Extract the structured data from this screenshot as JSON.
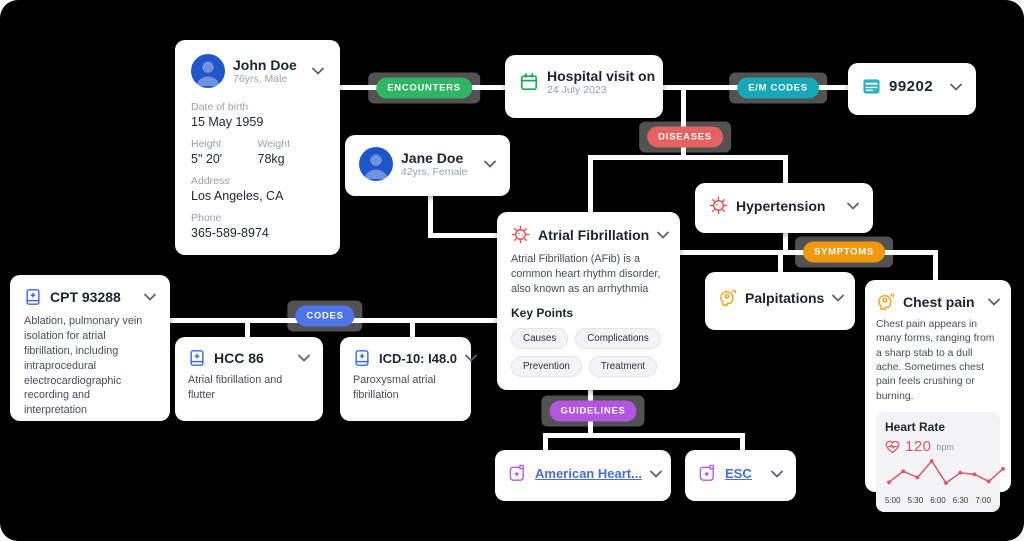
{
  "badges": {
    "encounters": {
      "label": "ENCOUNTERS",
      "color": "#2fb563"
    },
    "em_codes": {
      "label": "E/M CODES",
      "color": "#18a7b8"
    },
    "diseases": {
      "label": "DISEASES",
      "color": "#e66161"
    },
    "symptoms": {
      "label": "SYMPTOMS",
      "color": "#f0980f"
    },
    "codes": {
      "label": "CODES",
      "color": "#4d74e8"
    },
    "guidelines": {
      "label": "GUIDELINES",
      "color": "#b455e0"
    }
  },
  "patients": {
    "john": {
      "name": "John Doe",
      "meta": "76yrs, Male",
      "fields": [
        {
          "label": "Date of birth",
          "value": "15 May 1959"
        },
        {
          "label": "Height",
          "value": "5\" 20'"
        },
        {
          "label": "Weight",
          "value": "78kg"
        },
        {
          "label": "Address",
          "value": "Los Angeles, CA"
        },
        {
          "label": "Phone",
          "value": "365-589-8974"
        }
      ]
    },
    "jane": {
      "name": "Jane Doe",
      "meta": "42yrs, Female"
    }
  },
  "encounter": {
    "title": "Hospital visit on",
    "date": "24 July 2023"
  },
  "em_code": {
    "code": "99202"
  },
  "diseases": {
    "hypertension": {
      "name": "Hypertension"
    },
    "afib": {
      "name": "Atrial Fibrillation",
      "description": "Atrial Fibrillation (AFib) is a common heart rhythm disorder, also known as an arrhythmia",
      "key_points_label": "Key Points",
      "chips": [
        "Causes",
        "Complications",
        "Prevention",
        "Treatment"
      ]
    }
  },
  "symptoms": {
    "palpitations": {
      "name": "Palpitations"
    },
    "chest_pain": {
      "name": "Chest pain",
      "description": "Chest pain appears in many forms, ranging from a sharp stab to a dull ache. Sometimes chest pain feels crushing or burning.",
      "heart_rate": {
        "title": "Heart Rate",
        "value": "120",
        "unit": "bpm",
        "chart": {
          "type": "line",
          "x_labels": [
            "5:00",
            "5:30",
            "6:00",
            "6:30",
            "7:00"
          ],
          "values": [
            104,
            118,
            110,
            131,
            103,
            116,
            114,
            105,
            121
          ],
          "color": "#e05666"
        }
      }
    }
  },
  "codes": {
    "cpt": {
      "code": "CPT 93288",
      "description": "Ablation, pulmonary vein isolation for atrial fibrillation, including intraprocedural electrocardiographic recording and interpretation"
    },
    "hcc": {
      "code": "HCC 86",
      "description": "Atrial fibrillation and flutter"
    },
    "icd": {
      "code": "ICD-10: I48.0",
      "description": "Paroxysmal atrial fibrillation"
    }
  },
  "guidelines": {
    "aha": {
      "name": "American Heart..."
    },
    "esc": {
      "name": "ESC"
    }
  }
}
